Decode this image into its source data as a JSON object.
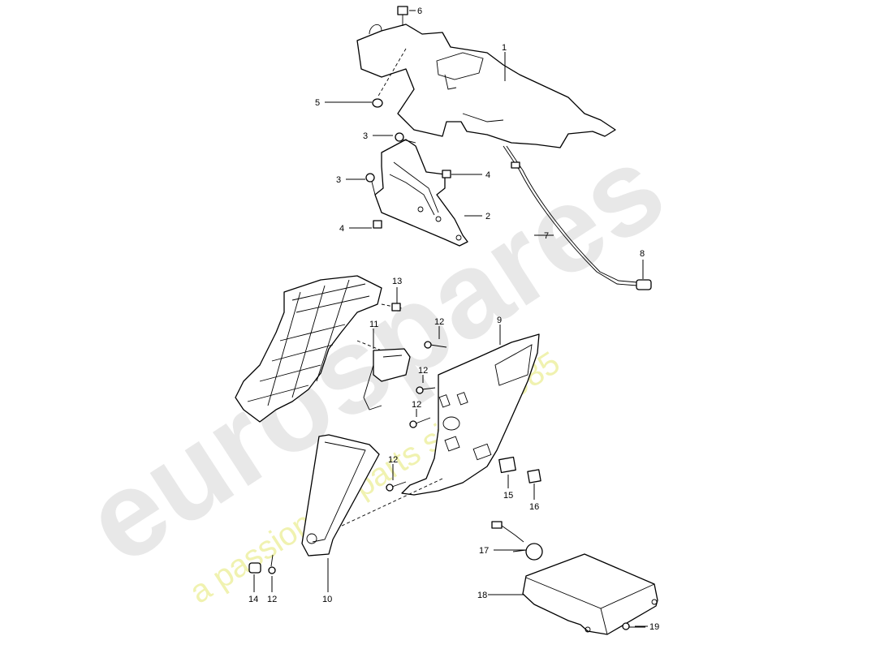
{
  "watermark": {
    "brand": "eurospares",
    "tagline": "a passion for parts since 1985",
    "brand_color": "#e4e4e4",
    "tagline_color": "#f0f2b0"
  },
  "callouts": [
    {
      "id": "c1",
      "label": "1"
    },
    {
      "id": "c2",
      "label": "2"
    },
    {
      "id": "c3a",
      "label": "3"
    },
    {
      "id": "c3b",
      "label": "3"
    },
    {
      "id": "c4a",
      "label": "4"
    },
    {
      "id": "c4b",
      "label": "4"
    },
    {
      "id": "c5",
      "label": "5"
    },
    {
      "id": "c6",
      "label": "6"
    },
    {
      "id": "c7",
      "label": "7"
    },
    {
      "id": "c8",
      "label": "8"
    },
    {
      "id": "c9",
      "label": "9"
    },
    {
      "id": "c10",
      "label": "10"
    },
    {
      "id": "c11",
      "label": "11"
    },
    {
      "id": "c12a",
      "label": "12"
    },
    {
      "id": "c12b",
      "label": "12"
    },
    {
      "id": "c12c",
      "label": "12"
    },
    {
      "id": "c12d",
      "label": "12"
    },
    {
      "id": "c12e",
      "label": "12"
    },
    {
      "id": "c13",
      "label": "13"
    },
    {
      "id": "c14",
      "label": "14"
    },
    {
      "id": "c15",
      "label": "15"
    },
    {
      "id": "c16",
      "label": "16"
    },
    {
      "id": "c17",
      "label": "17"
    },
    {
      "id": "c18",
      "label": "18"
    },
    {
      "id": "c19",
      "label": "19"
    }
  ]
}
